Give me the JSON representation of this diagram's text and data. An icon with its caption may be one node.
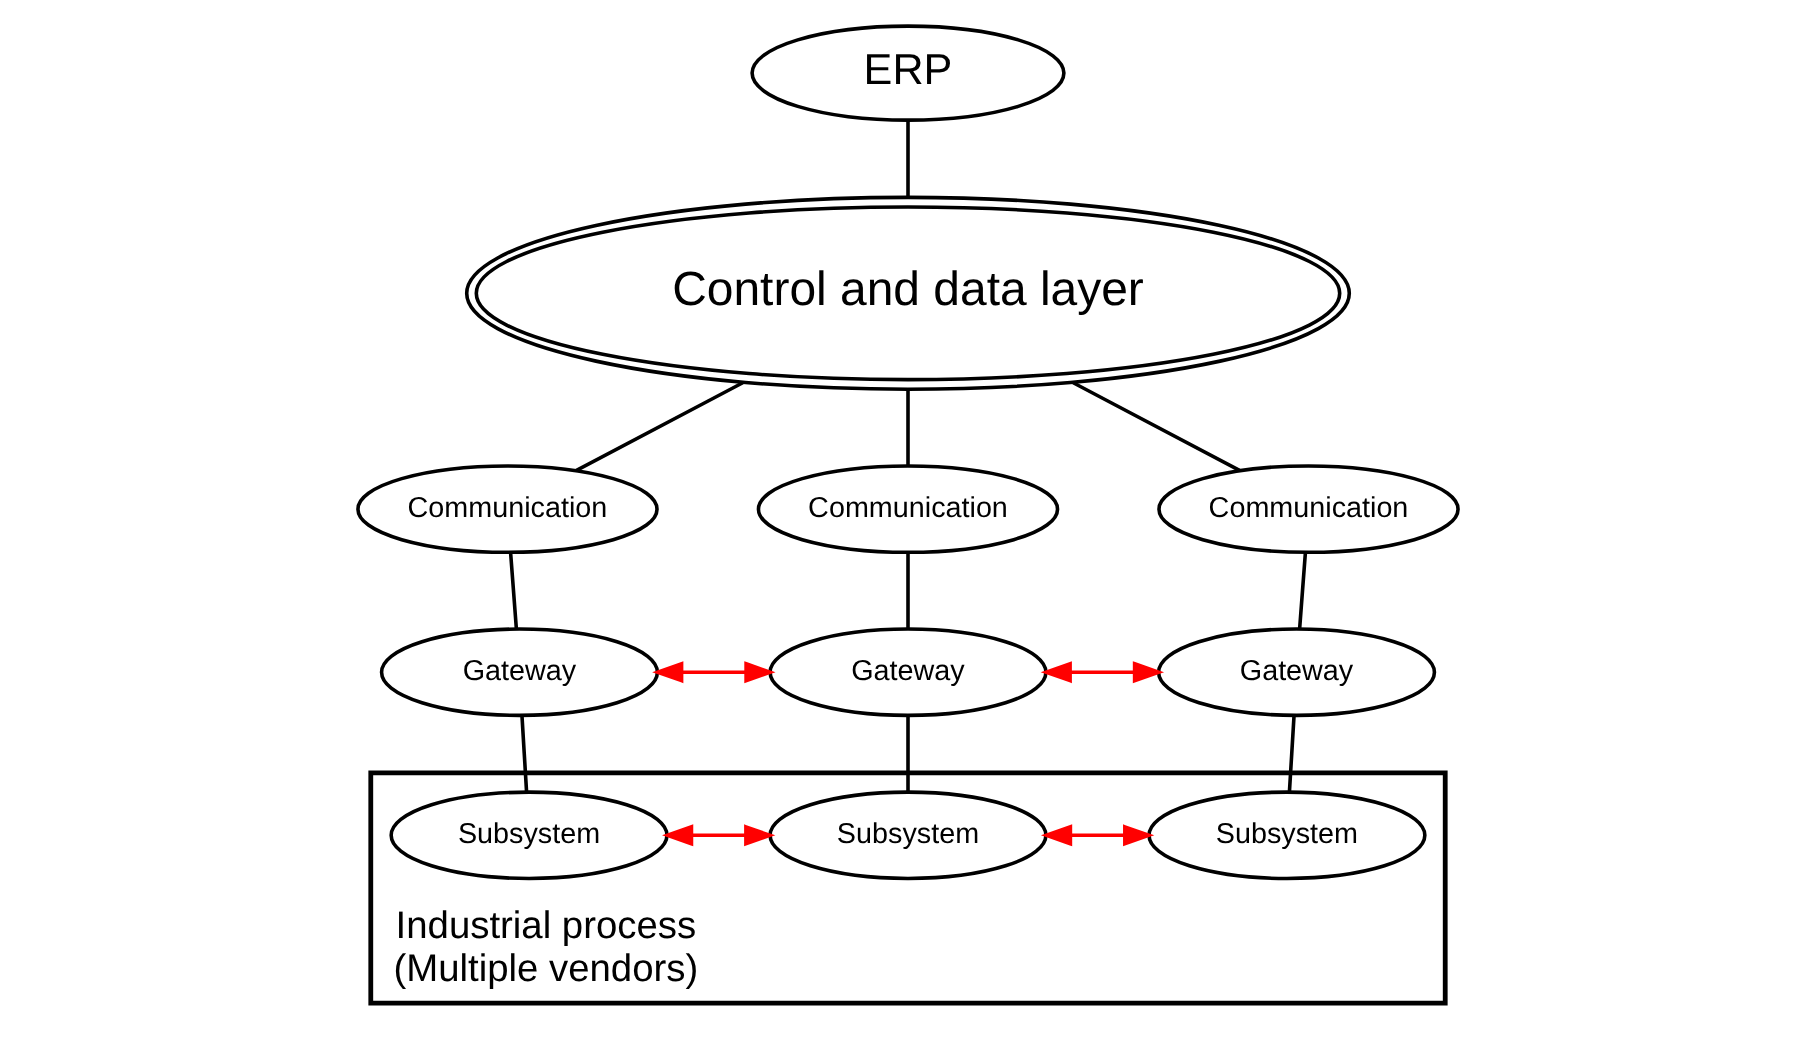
{
  "diagram": {
    "nodes": [
      {
        "text": [
          "ERP"
        ]
      },
      {
        "text": [
          "Control and data layer"
        ]
      },
      {
        "text": [
          "Communication"
        ]
      },
      {
        "text": [
          "Communication"
        ]
      },
      {
        "text": [
          "Communication"
        ]
      },
      {
        "text": [
          "Gateway"
        ]
      },
      {
        "text": [
          "Gateway"
        ]
      },
      {
        "text": [
          "Gateway"
        ]
      },
      {
        "text": [
          "Industrial process",
          "(Multiple vendors)"
        ]
      },
      {
        "text": [
          "Subsystem"
        ],
        "in": 8
      },
      {
        "text": [
          "Subsystem"
        ],
        "in": 8
      },
      {
        "text": [
          "Subsystem"
        ],
        "in": 8
      }
    ],
    "edges": [
      {
        "from": 0,
        "to": 1,
        "arrow": "none"
      },
      {
        "from": 1,
        "to": 2,
        "arrow": "none"
      },
      {
        "from": 1,
        "to": 3,
        "arrow": "none"
      },
      {
        "from": 1,
        "to": 4,
        "arrow": "none"
      },
      {
        "from": 2,
        "to": 5,
        "arrow": "none"
      },
      {
        "from": 3,
        "to": 6,
        "arrow": "none"
      },
      {
        "from": 4,
        "to": 7,
        "arrow": "none"
      },
      {
        "from": 5,
        "to": 6,
        "arrow": "both",
        "color": "#ff0000"
      },
      {
        "from": 6,
        "to": 7,
        "arrow": "both",
        "color": "#ff0000"
      },
      {
        "from": 5,
        "to": 9,
        "arrow": "none"
      },
      {
        "from": 6,
        "to": 10,
        "arrow": "none"
      },
      {
        "from": 7,
        "to": 11,
        "arrow": "none"
      },
      {
        "from": 9,
        "to": 10,
        "arrow": "both",
        "color": "#ff0000"
      },
      {
        "from": 10,
        "to": 11,
        "arrow": "both",
        "color": "#ff0000"
      }
    ]
  }
}
